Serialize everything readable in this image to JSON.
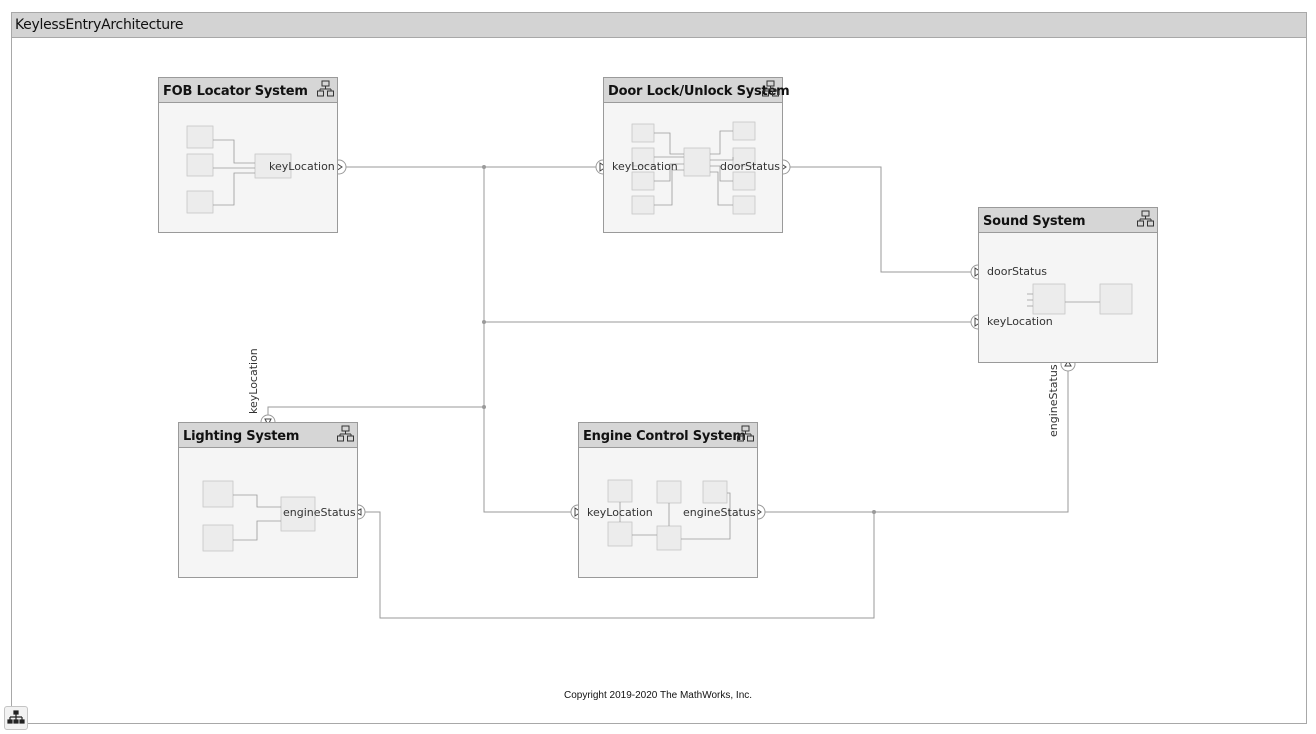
{
  "diagram": {
    "title": "KeylessEntryArchitecture",
    "copyright": "Copyright 2019-2020 The MathWorks, Inc.",
    "icons": {
      "component": "architecture-icon",
      "navigator": "hierarchy-icon"
    }
  },
  "components": {
    "fob": {
      "title": "FOB Locator System",
      "ports": [
        "keyLocation"
      ]
    },
    "door": {
      "title": "Door Lock/Unlock System",
      "ports": [
        "keyLocation",
        "doorStatus"
      ]
    },
    "sound": {
      "title": "Sound System",
      "ports": [
        "doorStatus",
        "keyLocation",
        "engineStatus"
      ]
    },
    "lighting": {
      "title": "Lighting System",
      "ports": [
        "keyLocation",
        "engineStatus"
      ]
    },
    "engine": {
      "title": "Engine Control System",
      "ports": [
        "keyLocation",
        "engineStatus"
      ]
    }
  },
  "connections": [
    {
      "from": "FOB Locator System.keyLocation",
      "to": "Door Lock/Unlock System.keyLocation"
    },
    {
      "from": "FOB Locator System.keyLocation",
      "to": "Sound System.keyLocation"
    },
    {
      "from": "FOB Locator System.keyLocation",
      "to": "Lighting System.keyLocation"
    },
    {
      "from": "FOB Locator System.keyLocation",
      "to": "Engine Control System.keyLocation"
    },
    {
      "from": "Door Lock/Unlock System.doorStatus",
      "to": "Sound System.doorStatus"
    },
    {
      "from": "Engine Control System.engineStatus",
      "to": "Sound System.engineStatus"
    },
    {
      "from": "Engine Control System.engineStatus",
      "to": "Lighting System.engineStatus"
    }
  ]
}
